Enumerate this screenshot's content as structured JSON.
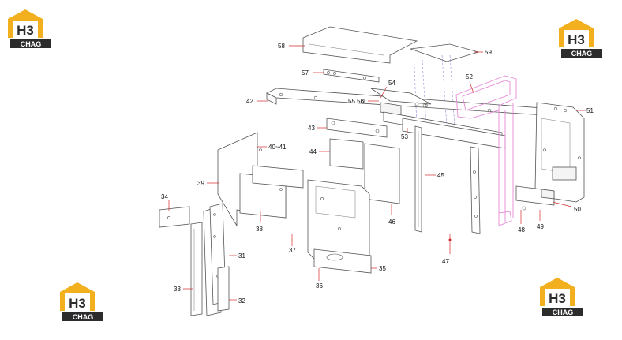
{
  "brand": {
    "logo_main": "H3",
    "logo_sub": "CHAG",
    "colors": {
      "yellow": "#f2b01e",
      "dark": "#2c2c2c",
      "white": "#ffffff"
    }
  },
  "callouts": {
    "c31": "31",
    "c32": "32",
    "c33": "33",
    "c34": "34",
    "c35": "35",
    "c36": "36",
    "c37": "37",
    "c38": "38",
    "c39": "39",
    "c4041": "40~41",
    "c42": "42",
    "c43": "43",
    "c44": "44",
    "c45": "45",
    "c46": "46",
    "c47": "47",
    "c48": "48",
    "c49": "49",
    "c50": "50",
    "c51": "51",
    "c52": "52",
    "c53": "53",
    "c54": "54",
    "c5556": "55 56",
    "c57": "57",
    "c58": "58",
    "c59": "59"
  },
  "colors": {
    "pink_part": "#e58ad6",
    "blue_dash": "#8c8ce0",
    "leader": "#d42a2a"
  }
}
